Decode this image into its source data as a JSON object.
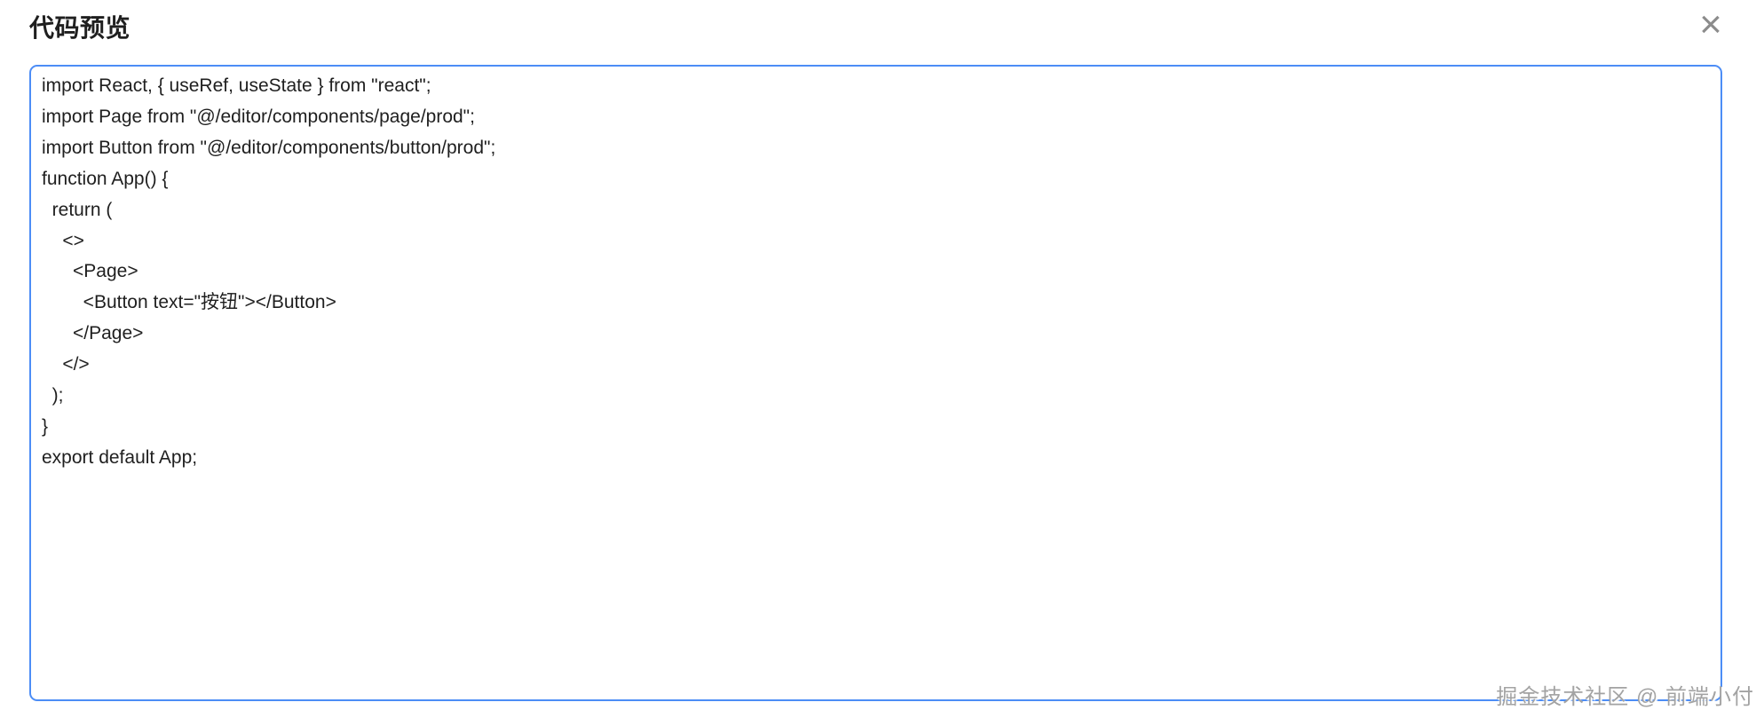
{
  "modal": {
    "title": "代码预览",
    "close_icon_glyph": "×"
  },
  "code_editor": {
    "lines": [
      "import React, { useRef, useState } from \"react\";",
      "import Page from \"@/editor/components/page/prod\";",
      "import Button from \"@/editor/components/button/prod\";",
      "function App() {",
      "  return (",
      "    <>",
      "      <Page>",
      "        <Button text=\"按钮\"></Button>",
      "      </Page>",
      "    </>",
      "  );",
      "}",
      "export default App;"
    ]
  },
  "watermark": {
    "text": "掘金技术社区 @ 前端小付"
  },
  "colors": {
    "focus_border": "#4c8df6",
    "title_text": "#1f1f1f",
    "code_text": "#1f1f1f",
    "close_icon": "#8c8c8c",
    "watermark_text": "#a3a3a3"
  }
}
